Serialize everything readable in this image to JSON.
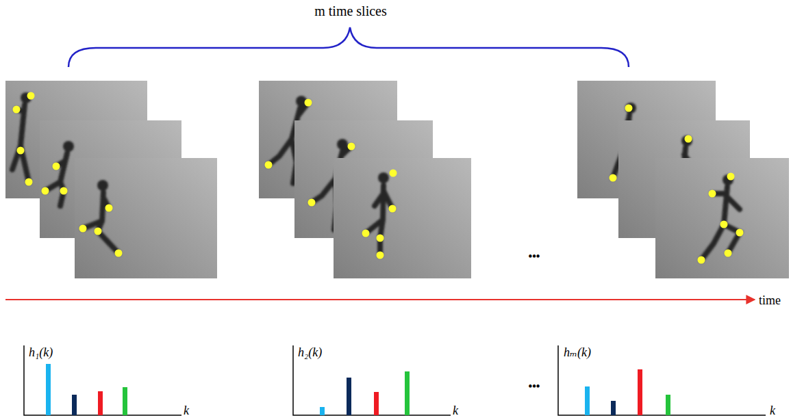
{
  "diagram": {
    "labels": [
      "m time slices",
      "•••",
      "time",
      "h₁(k)",
      "k",
      "•••",
      "h₂(k)",
      "k",
      "hₘ(k)",
      "k"
    ]
  }
}
